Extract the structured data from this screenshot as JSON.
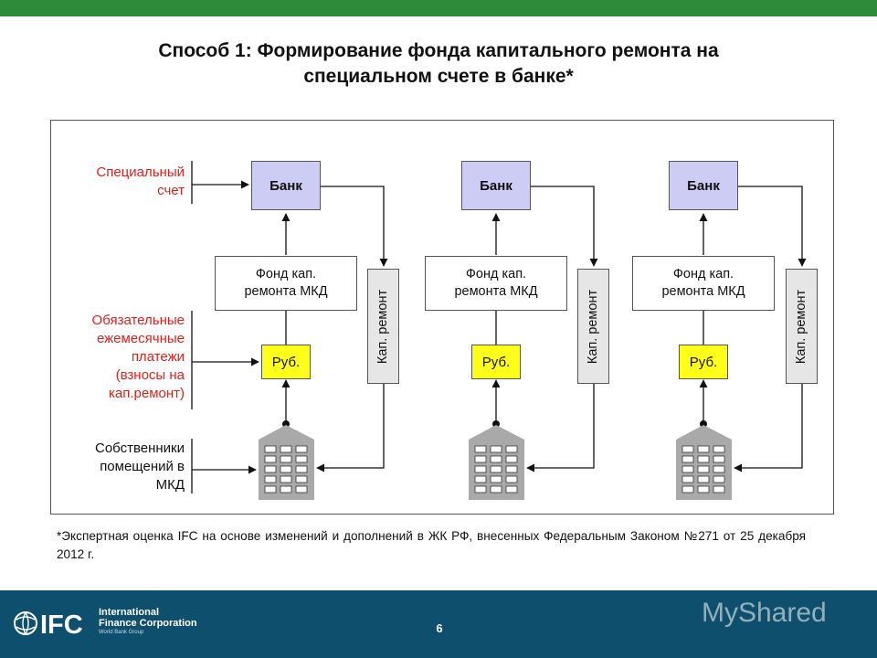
{
  "title": {
    "line1": "Способ 1: Формирование фонда капитального ремонта на",
    "line2": "специальном счете в банке*"
  },
  "side_labels": {
    "special_account": [
      "Специальный",
      "счет"
    ],
    "payments": [
      "Обязательные",
      "ежемесячные",
      "платежи",
      "(взносы на",
      "кап.ремонт)"
    ],
    "owners": [
      "Собственники",
      "помещений в",
      "МКД"
    ]
  },
  "columns": [
    {
      "bank": "Банк",
      "fund": [
        "Фонд кап.",
        "ремонта МКД"
      ],
      "rub": "Руб.",
      "kap": "Кап. ремонт"
    },
    {
      "bank": "Банк",
      "fund": [
        "Фонд кап.",
        "ремонта МКД"
      ],
      "rub": "Руб.",
      "kap": "Кап. ремонт"
    },
    {
      "bank": "Банк",
      "fund": [
        "Фонд кап.",
        "ремонта МКД"
      ],
      "rub": "Руб.",
      "kap": "Кап. ремонт"
    }
  ],
  "footnote": "*Экспертная оценка IFC на основе изменений и дополнений в ЖК РФ, внесенных Федеральным Законом №271 от 25 декабря 2012 г.",
  "footer": {
    "page_number": "6",
    "logo_main": "IFC",
    "logo_line1": "International",
    "logo_line2": "Finance Corporation",
    "logo_line3": "World Bank Group",
    "watermark": "MyShared"
  },
  "colors": {
    "top_bar": "#2e8b3a",
    "bottom_bar": "#0d4f6c",
    "bank_fill": "#ccccf5",
    "rub_fill": "#ffff1a",
    "kap_fill": "#e6e6e6",
    "label_red": "#e0201b"
  },
  "icons": [
    "building-icon",
    "ifc-globe-icon"
  ]
}
